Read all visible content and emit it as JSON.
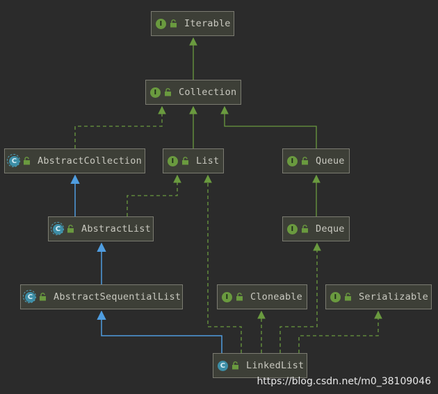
{
  "diagram": {
    "nodes": {
      "iterable": {
        "kind": "interface",
        "badge": "I",
        "name": "Iterable"
      },
      "collection": {
        "kind": "interface",
        "badge": "I",
        "name": "Collection"
      },
      "abstract_collection": {
        "kind": "abstract-class",
        "badge": "C",
        "name": "AbstractCollection"
      },
      "list": {
        "kind": "interface",
        "badge": "I",
        "name": "List"
      },
      "queue": {
        "kind": "interface",
        "badge": "I",
        "name": "Queue"
      },
      "abstract_list": {
        "kind": "abstract-class",
        "badge": "C",
        "name": "AbstractList"
      },
      "deque": {
        "kind": "interface",
        "badge": "I",
        "name": "Deque"
      },
      "abstract_sequential_list": {
        "kind": "abstract-class",
        "badge": "C",
        "name": "AbstractSequentialList"
      },
      "cloneable": {
        "kind": "interface",
        "badge": "I",
        "name": "Cloneable"
      },
      "serializable": {
        "kind": "interface",
        "badge": "I",
        "name": "Serializable"
      },
      "linked_list": {
        "kind": "class",
        "badge": "C",
        "name": "LinkedList"
      }
    },
    "edges": [
      {
        "from": "collection",
        "to": "iterable",
        "type": "extends"
      },
      {
        "from": "list",
        "to": "collection",
        "type": "extends"
      },
      {
        "from": "queue",
        "to": "collection",
        "type": "extends"
      },
      {
        "from": "abstract_collection",
        "to": "collection",
        "type": "implements"
      },
      {
        "from": "abstract_list",
        "to": "abstract_collection",
        "type": "class-extends"
      },
      {
        "from": "abstract_list",
        "to": "list",
        "type": "implements"
      },
      {
        "from": "deque",
        "to": "queue",
        "type": "extends"
      },
      {
        "from": "abstract_sequential_list",
        "to": "abstract_list",
        "type": "class-extends"
      },
      {
        "from": "linked_list",
        "to": "abstract_sequential_list",
        "type": "class-extends"
      },
      {
        "from": "linked_list",
        "to": "list",
        "type": "implements"
      },
      {
        "from": "linked_list",
        "to": "cloneable",
        "type": "implements"
      },
      {
        "from": "linked_list",
        "to": "deque",
        "type": "implements"
      },
      {
        "from": "linked_list",
        "to": "serializable",
        "type": "implements"
      }
    ],
    "colors": {
      "background": "#2b2b2b",
      "interface_edge": "#6a9a3f",
      "class_edge": "#4f9de0",
      "interface_badge": "#6a9a3f",
      "class_badge": "#3d8ea6",
      "lock": "#6a9a3f"
    },
    "icons": {
      "interface_badge": "interface-icon",
      "class_badge": "class-icon",
      "visibility": "public-lock-icon"
    }
  },
  "watermark": "https://blog.csdn.net/m0_38109046"
}
